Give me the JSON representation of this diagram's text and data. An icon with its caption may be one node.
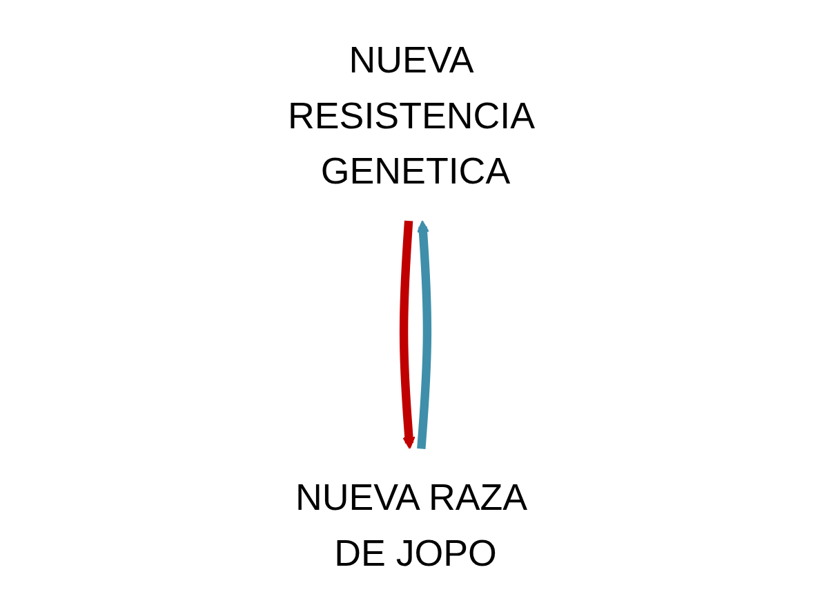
{
  "diagram": {
    "nodes": [
      {
        "text": [
          "NUEVA RESISTENCIA GENETICA"
        ]
      },
      {
        "text": [
          "NUEVA RAZA DE JOPO"
        ]
      }
    ],
    "edges": [
      {
        "from": 1,
        "to": 0,
        "arrow": "to",
        "color": "#3f8faa"
      },
      {
        "from": 0,
        "to": 1,
        "arrow": "to",
        "color": "#c00000"
      }
    ]
  }
}
